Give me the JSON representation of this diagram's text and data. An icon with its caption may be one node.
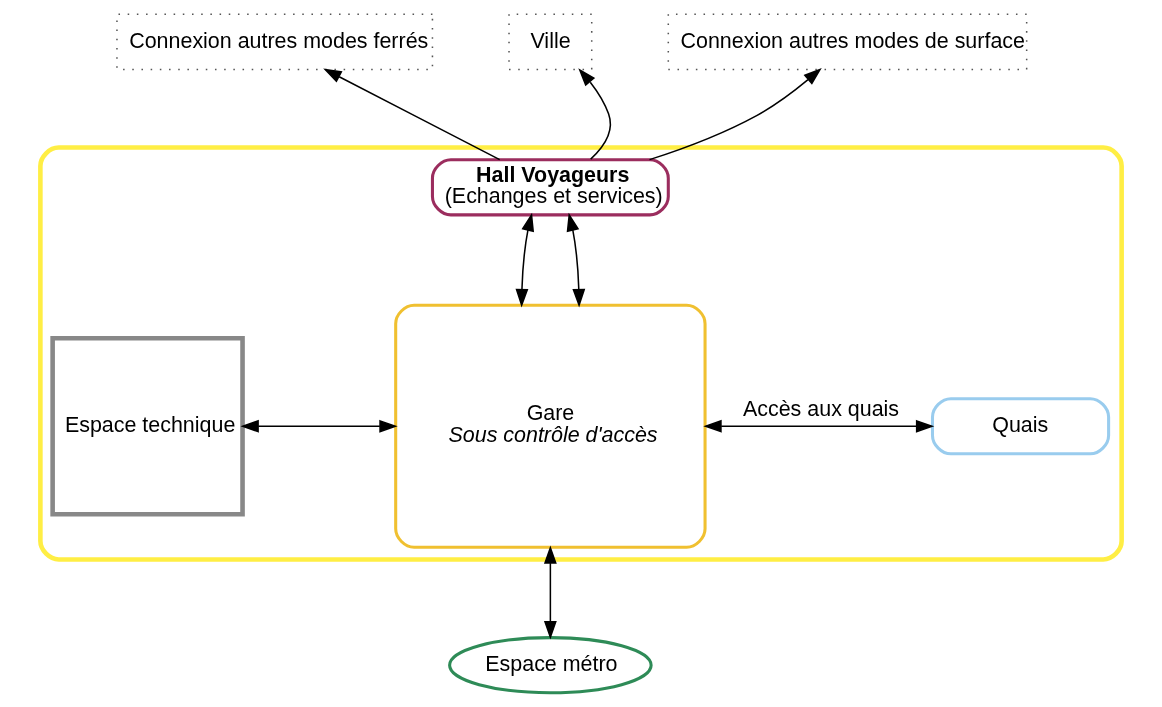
{
  "diagram": {
    "nodes": [
      {
        "text": [
          "Connexion autres modes ferrés"
        ]
      },
      {
        "text": [
          "Ville"
        ]
      },
      {
        "text": [
          "Connexion autres modes de surface"
        ]
      },
      {
        "text": [],
        "shape": "box"
      },
      {
        "text": [
          "Hall Voyageurs",
          "(Echanges et services)"
        ],
        "in": 3
      },
      {
        "text": [
          "Espace technique"
        ],
        "in": 3
      },
      {
        "text": [
          "Gare",
          "Sous contrôle d'accès"
        ],
        "in": 3
      },
      {
        "text": [
          "Quais"
        ],
        "in": 3
      },
      {
        "text": [
          "Espace métro"
        ]
      }
    ],
    "edges": [
      {
        "from": 4,
        "to": 0,
        "arrow": "to"
      },
      {
        "from": 4,
        "to": 1,
        "arrow": "to"
      },
      {
        "from": 4,
        "to": 2,
        "arrow": "to"
      },
      {
        "from": 4,
        "to": 6,
        "arrow": "both"
      },
      {
        "from": 4,
        "to": 6,
        "arrow": "both"
      },
      {
        "from": 5,
        "to": 6,
        "arrow": "both"
      },
      {
        "from": 6,
        "to": 7,
        "arrow": "both",
        "label": "Accès aux quais"
      },
      {
        "from": 6,
        "to": 8,
        "arrow": "both"
      }
    ]
  }
}
